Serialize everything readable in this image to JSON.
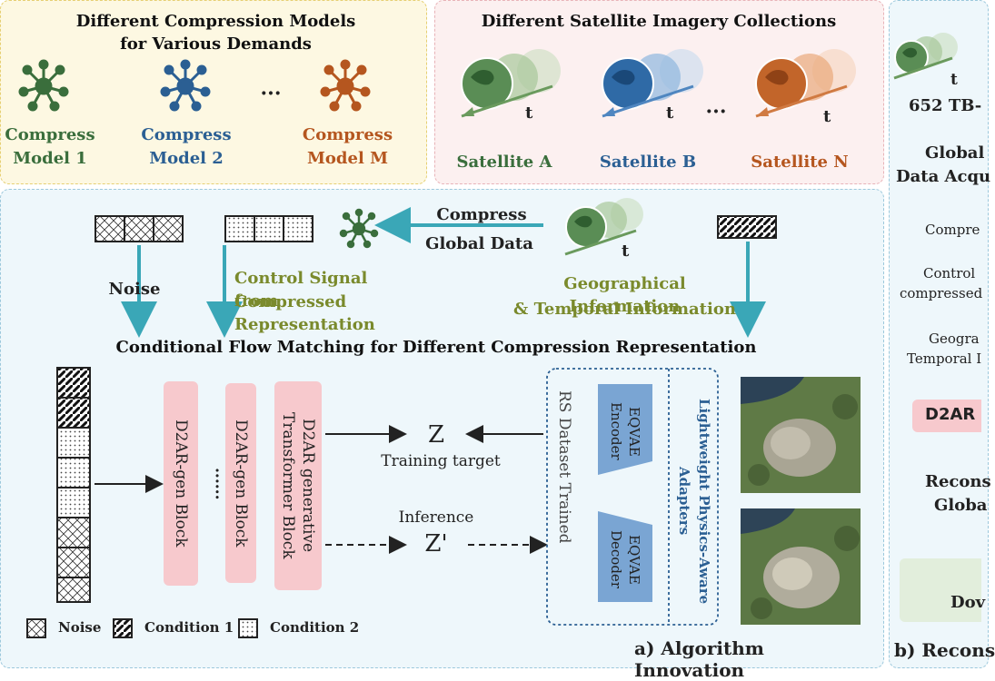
{
  "models_panel": {
    "title_line1": "Different Compression Models",
    "title_line2": "for Various Demands",
    "ellipsis": "···",
    "models": [
      {
        "line1": "Compress",
        "line2": "Model 1",
        "color": "#3a6e3c"
      },
      {
        "line1": "Compress",
        "line2": "Model 2",
        "color": "#2b5f93"
      },
      {
        "line1": "Compress",
        "line2": "Model M",
        "color": "#b5561f"
      }
    ]
  },
  "satellite_panel": {
    "title": "Different Satellite Imagery Collections",
    "time_label": "t",
    "ellipsis": "···",
    "satellites": [
      {
        "name": "Satellite A",
        "color": "#3a6e3c"
      },
      {
        "name": "Satellite B",
        "color": "#2b5f93"
      },
      {
        "name": "Satellite N",
        "color": "#b5561f"
      }
    ]
  },
  "algorithm_panel": {
    "noise_label": "Noise",
    "control_line1": "Control Signal from",
    "control_line2": "Compressed Representation",
    "compress_line1": "Compress",
    "compress_line2": "Global Data",
    "time_label": "t",
    "geo_line1": "Geographical Information",
    "geo_line2": "& Temporal Information",
    "cfm_title": "Conditional Flow Matching for Different Compression Representation",
    "blocks": [
      {
        "text": "D2AR-gen Block"
      },
      {
        "text": "D2AR-gen  Block"
      },
      {
        "line1": "D2AR generative",
        "line2": "Transformer Block"
      }
    ],
    "block_ellipsis": "······",
    "z_label": "Z",
    "z_sub": "Training target",
    "inference_label": "Inference",
    "zprime_label": "Z'",
    "rs_label": "RS Dataset Trained",
    "encoder_line1": "EQVAE",
    "encoder_line2": "Encoder",
    "decoder_line1": "EQVAE",
    "decoder_line2": "Decoder",
    "adapters_line1": "Lightweight Physics-Aware",
    "adapters_line2": "Adapters",
    "legend": [
      {
        "name": "Noise"
      },
      {
        "name": "Condition 1"
      },
      {
        "name": "Condition 2"
      }
    ],
    "caption": "a) Algorithm Innovation"
  },
  "right_panel": {
    "time_label": "t",
    "size_label": "652 TB-",
    "global_line1": "Global",
    "global_line2": "Data Acqu",
    "compress_text": "Compre",
    "control_line1": "Control",
    "control_line2": "compressed",
    "geo_line1": "Geogra",
    "geo_line2": "Temporal I",
    "d2ar_text": "D2AR",
    "recon_line1": "Recons",
    "recon_line2": "Globa",
    "down_text": "Dov",
    "caption": "b) Recons"
  },
  "colors": {
    "green": "#3a6e3c",
    "blue": "#2b5f93",
    "orange": "#b5561f",
    "olive_text": "#7a8a2c",
    "teal_arrow": "#3aa7b7",
    "block_pink": "#f7c9cd",
    "eqvae_blue": "#7aa5d3"
  }
}
